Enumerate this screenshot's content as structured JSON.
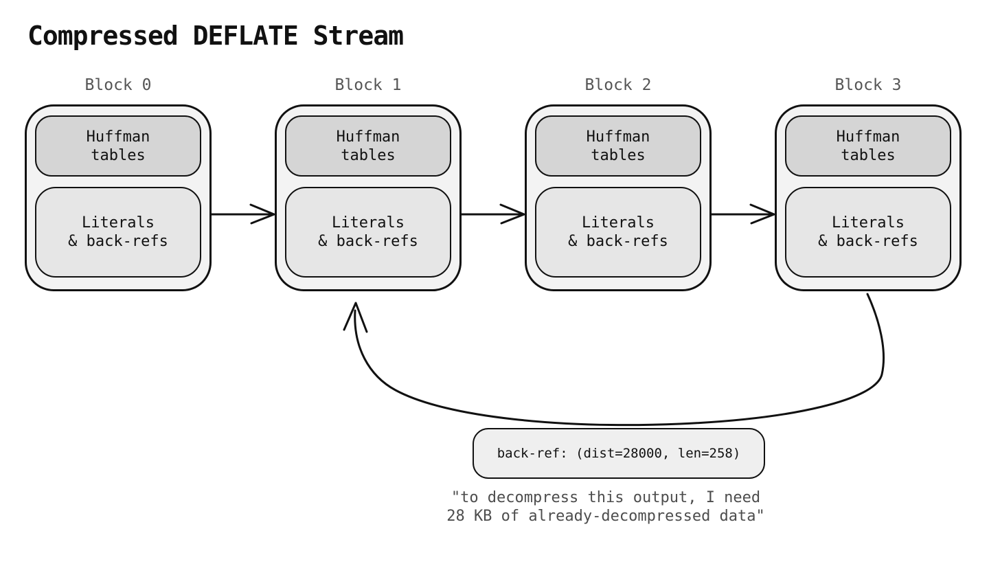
{
  "title": "Compressed DEFLATE Stream",
  "blocks": [
    {
      "label": "Block 0",
      "sections": {
        "huffman": "Huffman\ntables",
        "literals": "Literals\n& back-refs"
      }
    },
    {
      "label": "Block 1",
      "sections": {
        "huffman": "Huffman\ntables",
        "literals": "Literals\n& back-refs"
      }
    },
    {
      "label": "Block 2",
      "sections": {
        "huffman": "Huffman\ntables",
        "literals": "Literals\n& back-refs"
      }
    },
    {
      "label": "Block 3",
      "sections": {
        "huffman": "Huffman\ntables",
        "literals": "Literals\n& back-refs"
      }
    }
  ],
  "backref": {
    "label": "back-ref: (dist=28000, len=258)"
  },
  "quote": {
    "line1": "\"to decompress this output, I need",
    "line2": "28 KB of already-decompressed data\""
  },
  "colors": {
    "background": "#ffffff",
    "block_fill": "#f3f3f3",
    "huffman_fill": "#d5d5d5",
    "literals_fill": "#e6e6e6",
    "backref_fill": "#efefef",
    "stroke": "#111111",
    "label_text": "#555555",
    "quote_text": "#4d4d4d"
  }
}
